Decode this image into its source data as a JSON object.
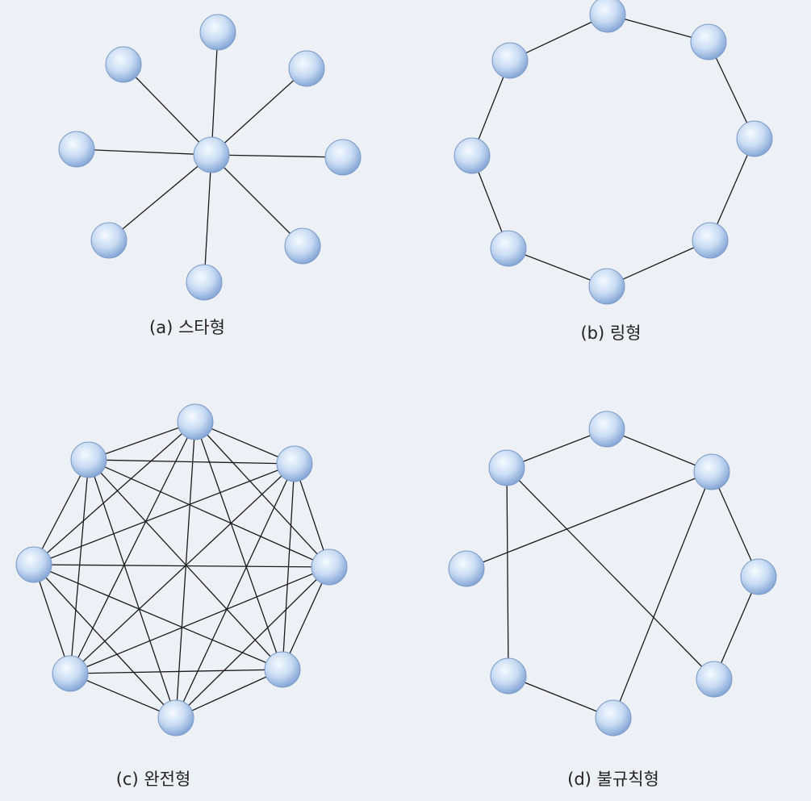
{
  "diagrams": [
    {
      "id": "star",
      "label": "(a) 스타형",
      "node_count": 9,
      "edges": [
        [
          0,
          1
        ],
        [
          0,
          2
        ],
        [
          0,
          3
        ],
        [
          0,
          4
        ],
        [
          0,
          5
        ],
        [
          0,
          6
        ],
        [
          0,
          7
        ],
        [
          0,
          8
        ]
      ]
    },
    {
      "id": "ring",
      "label": "(b) 링형",
      "node_count": 8,
      "edges": [
        [
          0,
          1
        ],
        [
          1,
          2
        ],
        [
          2,
          3
        ],
        [
          3,
          4
        ],
        [
          4,
          5
        ],
        [
          5,
          6
        ],
        [
          6,
          7
        ],
        [
          7,
          0
        ]
      ]
    },
    {
      "id": "complete",
      "label": "(c) 완전형",
      "node_count": 8,
      "edges": "all-pairs"
    },
    {
      "id": "irregular",
      "label": "(d) 불규칙형",
      "node_count": 8,
      "edges": [
        [
          7,
          0
        ],
        [
          0,
          1
        ],
        [
          1,
          6
        ],
        [
          7,
          3
        ],
        [
          7,
          5
        ],
        [
          5,
          4
        ],
        [
          4,
          1
        ],
        [
          1,
          2
        ],
        [
          2,
          3
        ]
      ]
    }
  ],
  "colors": {
    "node_light": "#f2f8ff",
    "node_dark": "#8fb0dc",
    "edge": "#1a1a1a",
    "background": "#edf1f5"
  }
}
